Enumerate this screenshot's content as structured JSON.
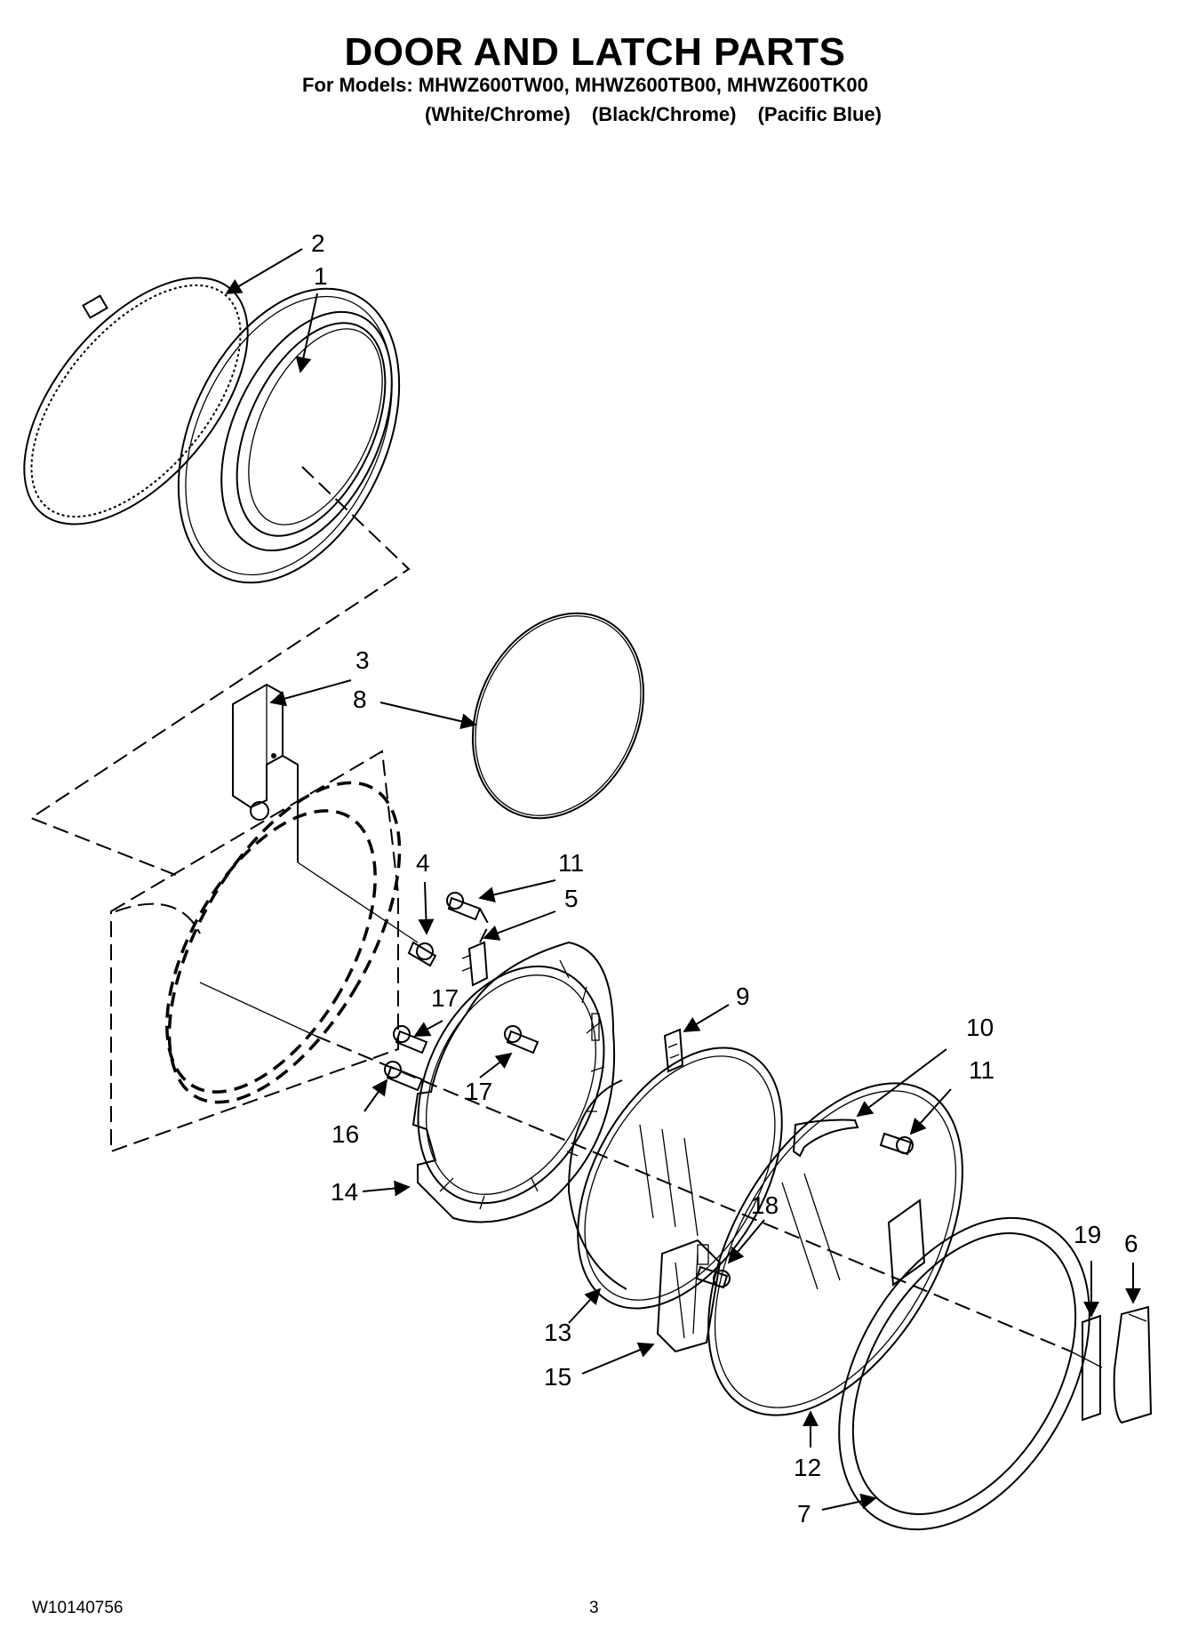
{
  "header": {
    "title": "DOOR AND LATCH PARTS",
    "models_line": "For Models: MHWZ600TW00, MHWZ600TB00, MHWZ600TK00",
    "variants": [
      "(White/Chrome)",
      "(Black/Chrome)",
      "(Pacific Blue)"
    ]
  },
  "callouts": {
    "c1": "1",
    "c2": "2",
    "c3": "3",
    "c4": "4",
    "c5": "5",
    "c6": "6",
    "c7": "7",
    "c8": "8",
    "c9": "9",
    "c10": "10",
    "c11a": "11",
    "c11b": "11",
    "c12": "12",
    "c13": "13",
    "c14": "14",
    "c15": "15",
    "c16": "16",
    "c17a": "17",
    "c17b": "17",
    "c18": "18",
    "c19": "19"
  },
  "footer": {
    "doc_number": "W10140756",
    "page": "3"
  }
}
